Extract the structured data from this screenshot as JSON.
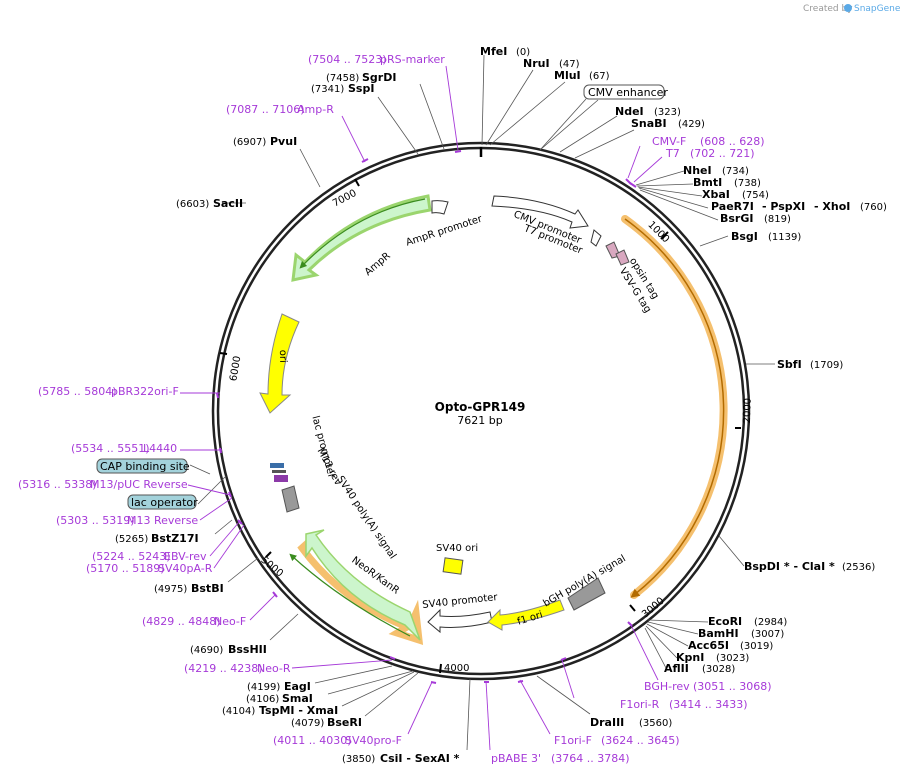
{
  "brand": {
    "created_by": "Created by",
    "name": "SnapGene"
  },
  "plasmid": {
    "name": "Opto-GPR149",
    "length": "7621 bp",
    "total_bp": 7621
  },
  "ticks": [
    "1000",
    "2000",
    "3000",
    "4000",
    "5000",
    "6000",
    "7000"
  ],
  "enzymes": [
    {
      "name": "MfeI",
      "pos": "(0)"
    },
    {
      "name": "NruI",
      "pos": "(47)"
    },
    {
      "name": "MluI",
      "pos": "(67)"
    },
    {
      "name": "NdeI",
      "pos": "(323)"
    },
    {
      "name": "SnaBI",
      "pos": "(429)"
    },
    {
      "name": "NheI",
      "pos": "(734)"
    },
    {
      "name": "BmtI",
      "pos": "(738)"
    },
    {
      "name": "XbaI",
      "pos": "(754)"
    },
    {
      "name": "PaeR7I",
      "pos": ""
    },
    {
      "name": "- PspXI",
      "pos": ""
    },
    {
      "name": "- XhoI",
      "pos": "(760)"
    },
    {
      "name": "BsrGI",
      "pos": "(819)"
    },
    {
      "name": "BsgI",
      "pos": "(1139)"
    },
    {
      "name": "SbfI",
      "pos": "(1709)"
    },
    {
      "name": "BspDI * - ClaI *",
      "pos": "(2536)"
    },
    {
      "name": "EcoRI",
      "pos": "(2984)"
    },
    {
      "name": "BamHI",
      "pos": "(3007)"
    },
    {
      "name": "Acc65I",
      "pos": "(3019)"
    },
    {
      "name": "KpnI",
      "pos": "(3023)"
    },
    {
      "name": "AflII",
      "pos": "(3028)"
    },
    {
      "name": "DraIII",
      "pos": "(3560)"
    },
    {
      "name": "CsiI  - SexAI *",
      "pos": "(3850)"
    },
    {
      "name": "BseRI",
      "pos": "(4079)"
    },
    {
      "name": "TspMI  - XmaI",
      "pos": "(4104)"
    },
    {
      "name": "SmaI",
      "pos": "(4106)"
    },
    {
      "name": "EagI",
      "pos": "(4199)"
    },
    {
      "name": "BssHII",
      "pos": "(4690)"
    },
    {
      "name": "BstBI",
      "pos": "(4975)"
    },
    {
      "name": "BstZ17I",
      "pos": "(5265)"
    },
    {
      "name": "SacII",
      "pos": "(6603)"
    },
    {
      "name": "PvuI",
      "pos": "(6907)"
    },
    {
      "name": "SspI",
      "pos": "(7341)"
    },
    {
      "name": "SgrDI",
      "pos": "(7458)"
    }
  ],
  "primers": [
    {
      "name": "pRS-marker",
      "range": "(7504 .. 7523)"
    },
    {
      "name": "Amp-R",
      "range": "(7087 .. 7106)"
    },
    {
      "name": "CMV-F",
      "range": "(608 .. 628)"
    },
    {
      "name": "T7",
      "range": "(702 .. 721)"
    },
    {
      "name": "pBR322ori-F",
      "range": "(5785 .. 5804)"
    },
    {
      "name": "L4440",
      "range": "(5534 .. 5551)"
    },
    {
      "name": "M13/pUC Reverse",
      "range": "(5316 .. 5338)"
    },
    {
      "name": "M13 Reverse",
      "range": "(5303 .. 5319)"
    },
    {
      "name": "EBV-rev",
      "range": "(5224 .. 5243)"
    },
    {
      "name": "SV40pA-R",
      "range": "(5170 .. 5189)"
    },
    {
      "name": "Neo-F",
      "range": "(4829 .. 4848)"
    },
    {
      "name": "Neo-R",
      "range": "(4219 .. 4238)"
    },
    {
      "name": "SV40pro-F",
      "range": "(4011 .. 4030)"
    },
    {
      "name": "pBABE 3'",
      "range": "(3764 .. 3784)"
    },
    {
      "name": "F1ori-F",
      "range": "(3624 .. 3645)"
    },
    {
      "name": "F1ori-R",
      "range": "(3414 .. 3433)"
    },
    {
      "name": "BGH-rev",
      "range": "(3051 .. 3068)"
    }
  ],
  "boxed_labels": {
    "cmv_enhancer": "CMV enhancer",
    "cap_site": "CAP binding site",
    "lac_operator": "lac operator"
  },
  "features": {
    "cmv_promoter": "CMV promoter",
    "t7_promoter": "T7 promoter",
    "opsin_tag": "opsin tag",
    "vsvg_tag": "VSV-G tag",
    "ampr_promoter": "AmpR promoter",
    "ampr": "AmpR",
    "ori": "ori",
    "lac_promoter": "lac promoter",
    "m13_rev": "M13 rev",
    "sv40_polya": "SV40 poly(A) signal",
    "sv40_ori": "SV40 ori",
    "neor": "NeoR/KanR",
    "sv40_promoter": "SV40 promoter",
    "bgh_polya": "bGH poly(A) signal",
    "f1_ori": "f1 ori"
  },
  "colors": {
    "primer": "#a63ad8",
    "ampr": "#ccf5cc",
    "ampr_outline": "#9bd56e",
    "ori": "#ffff00",
    "neor": "#ccf5cc",
    "orf_glow": "#f5c06e",
    "cap_site": "#a3d2db",
    "opsin": "#d9a8c0"
  }
}
